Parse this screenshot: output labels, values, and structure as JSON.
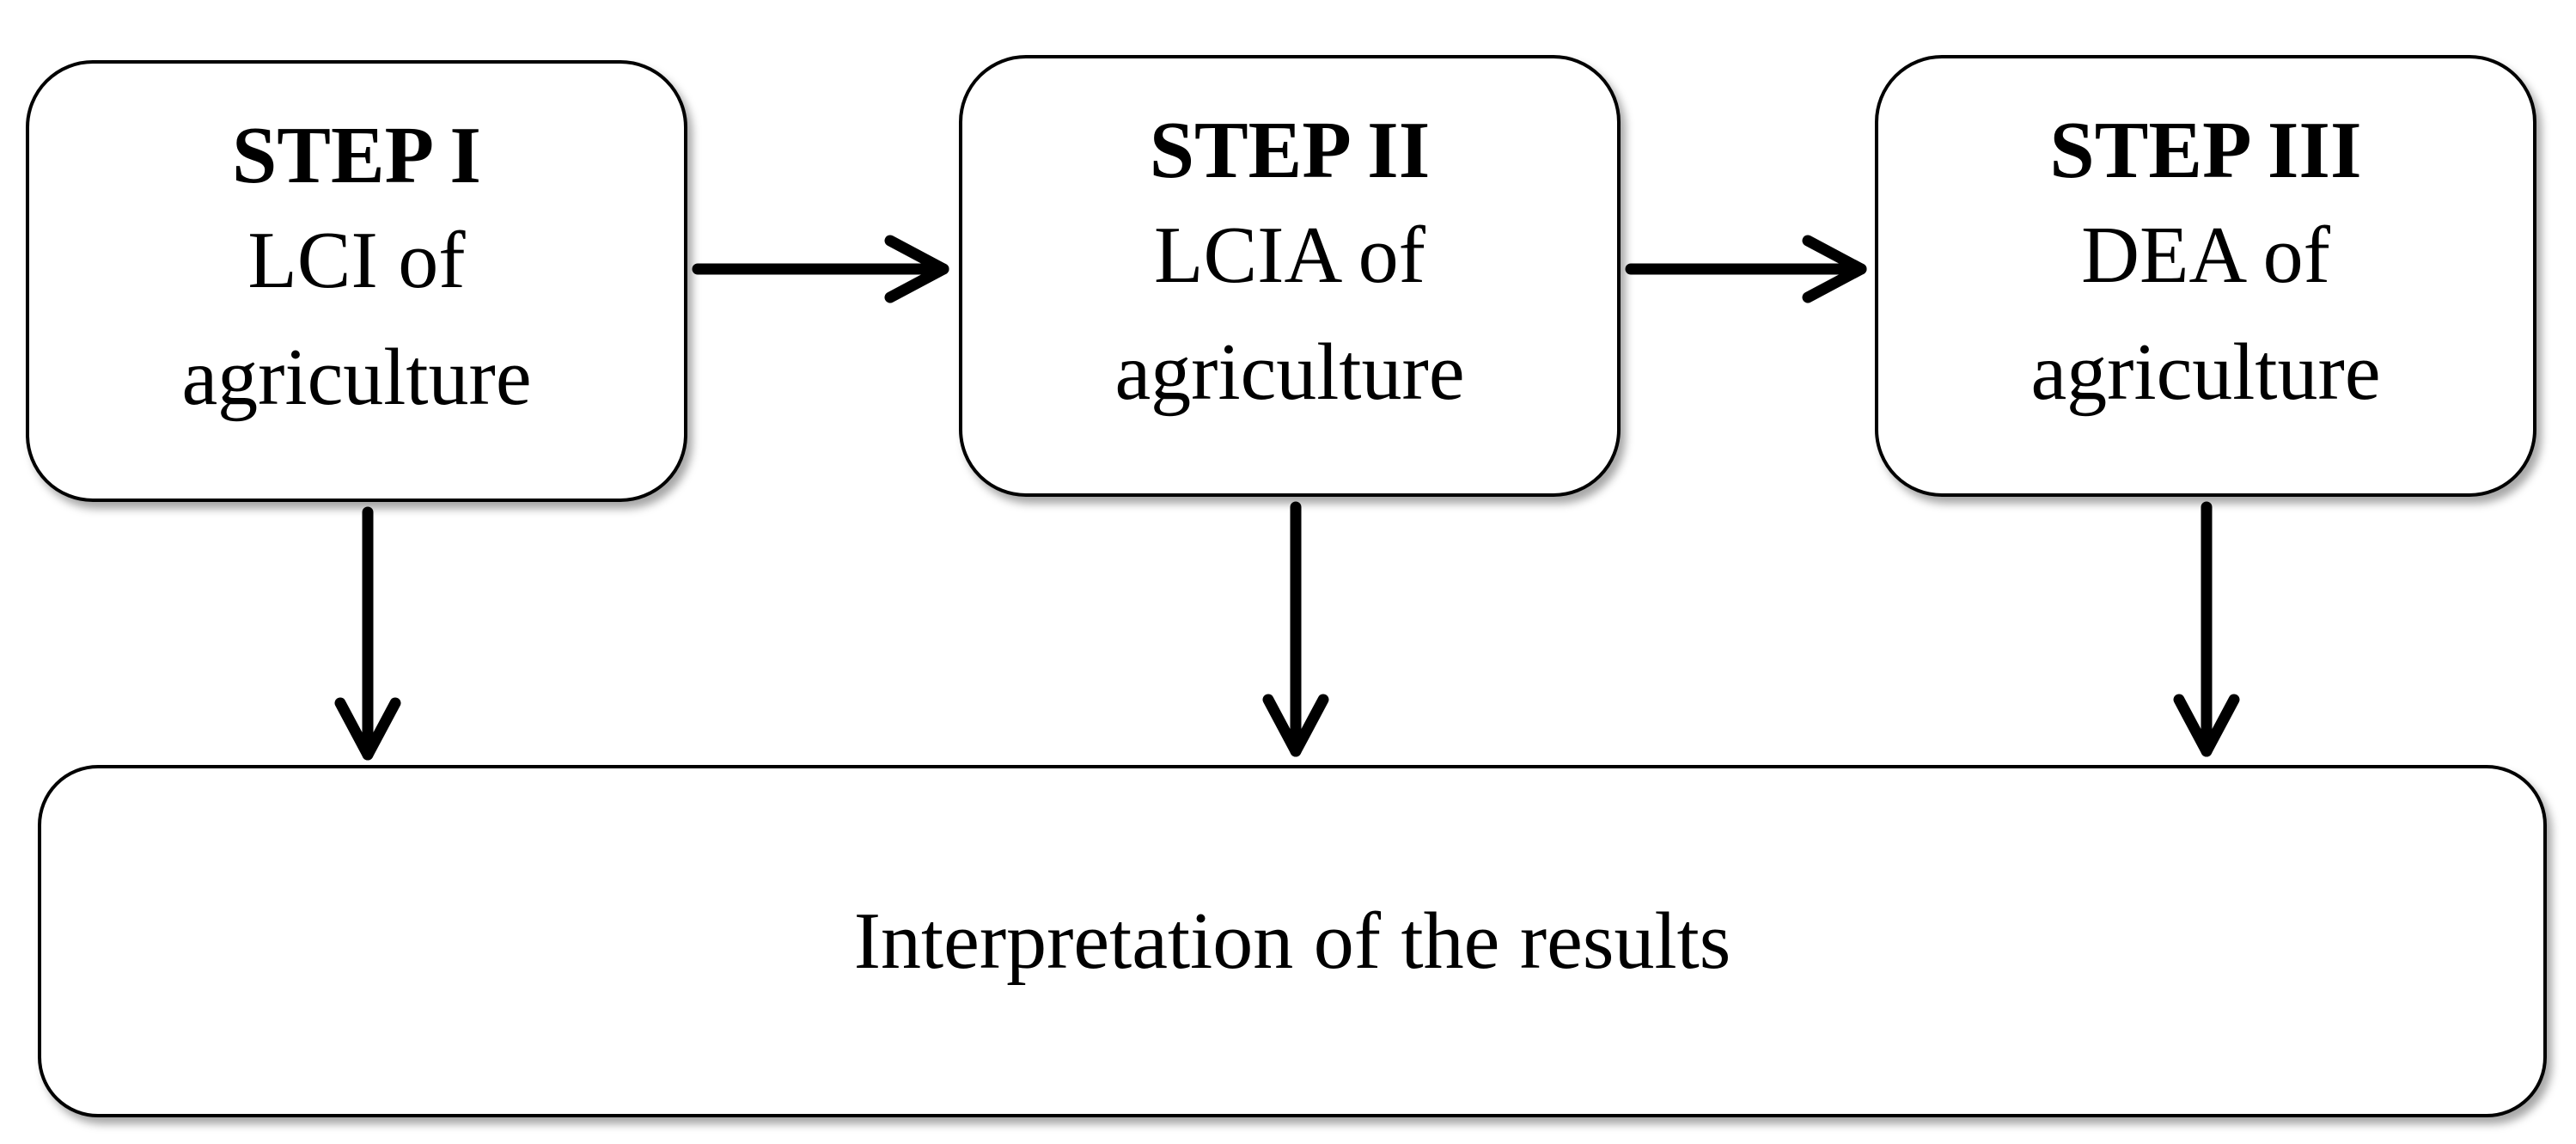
{
  "steps": [
    {
      "title": "STEP I",
      "text": "LCI of agriculture"
    },
    {
      "title": "STEP II",
      "text": "LCIA of agriculture"
    },
    {
      "title": "STEP III",
      "text": "DEA of agriculture"
    }
  ],
  "result": {
    "text": "Interpretation of the results"
  },
  "colors": {
    "stroke": "#000000",
    "fill": "#ffffff"
  }
}
